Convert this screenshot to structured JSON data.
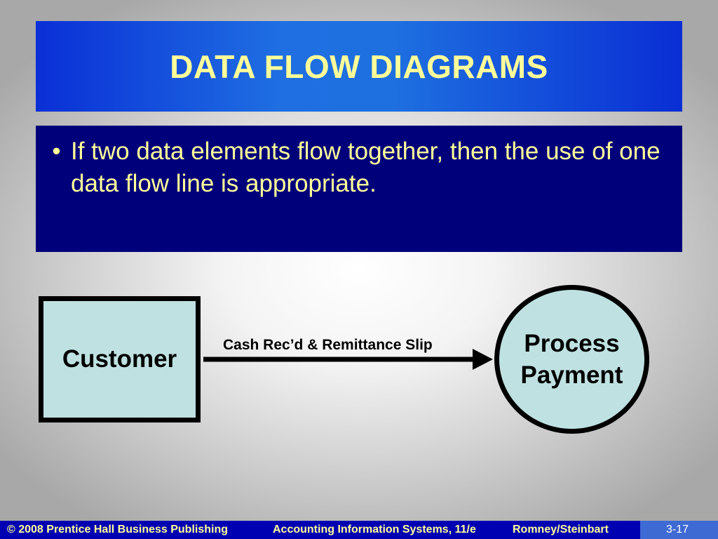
{
  "slide": {
    "title": "DATA FLOW DIAGRAMS",
    "bullets": [
      "If two data elements flow together, then the use of one data flow line is appropriate."
    ],
    "bullet_symbol": "•"
  },
  "diagram": {
    "entity": "Customer",
    "process_line1": "Process",
    "process_line2": "Payment",
    "flow_label": "Cash Rec’d & Remittance Slip",
    "fill_color": "#bfe1e1",
    "stroke_color": "#000000"
  },
  "footer": {
    "copyright": "© 2008 Prentice Hall Business Publishing",
    "book": "Accounting Information Systems, 11/e",
    "authors": "Romney/Steinbart",
    "page": "3-17"
  },
  "colors": {
    "title_bar": "#1e70e0",
    "bullet_box": "#00007a",
    "text_yellow": "#ffff99",
    "footer": "#0000b3"
  }
}
